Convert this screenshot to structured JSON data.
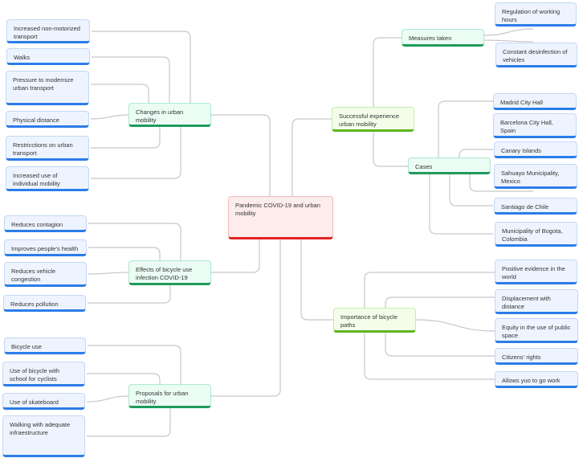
{
  "root": "Pandemic COVID-19 and urban mobility",
  "changes": {
    "label": "Changes in urban mobility",
    "items": [
      "Increased non-motorized transport",
      "Walks",
      "Pressure to modernize urban transport",
      "Physical distance",
      "Restricctions on urban transport",
      "Increased use of individual mobility"
    ]
  },
  "effects": {
    "label": "Effects of bicycle use infection COVID-19",
    "items": [
      "Reduces contagion",
      "Improves people's health",
      "Reduces vehicle congestion",
      "Reduces pollution"
    ]
  },
  "proposals": {
    "label": "Proposals for urban mobility",
    "items": [
      "Bicycle use",
      "Use of bicycle with school for cyclists",
      "Use of skateboard",
      "Walking with adequate infraestructure"
    ]
  },
  "successful": {
    "label": "Successful experience urban mobility"
  },
  "measures": {
    "label": "Measures taken",
    "items": [
      "Regulation of working hours",
      "Constant desinfection of vehicles"
    ]
  },
  "cases": {
    "label": "Cases",
    "items": [
      "Madrid City Hall",
      "Barcelona City Hall, Spain",
      "Canary Islands",
      "Sahuayo Municipality, Mexico",
      "Santiago de Chile",
      "Municipality of Bogota, Colombia"
    ]
  },
  "importance": {
    "label": "Importance of bicycle paths",
    "items": [
      "Positive evidence in the world",
      "Displacement with distance",
      "Equity in the use of public space",
      "Citizens' rights",
      "Allows yuo to go work"
    ]
  },
  "colors": {
    "leaf": "#2b7de9",
    "branch": "#1f9b5c",
    "secondary": "#5cb61f",
    "root": "#e32222",
    "edge": "#c8c8c8"
  }
}
